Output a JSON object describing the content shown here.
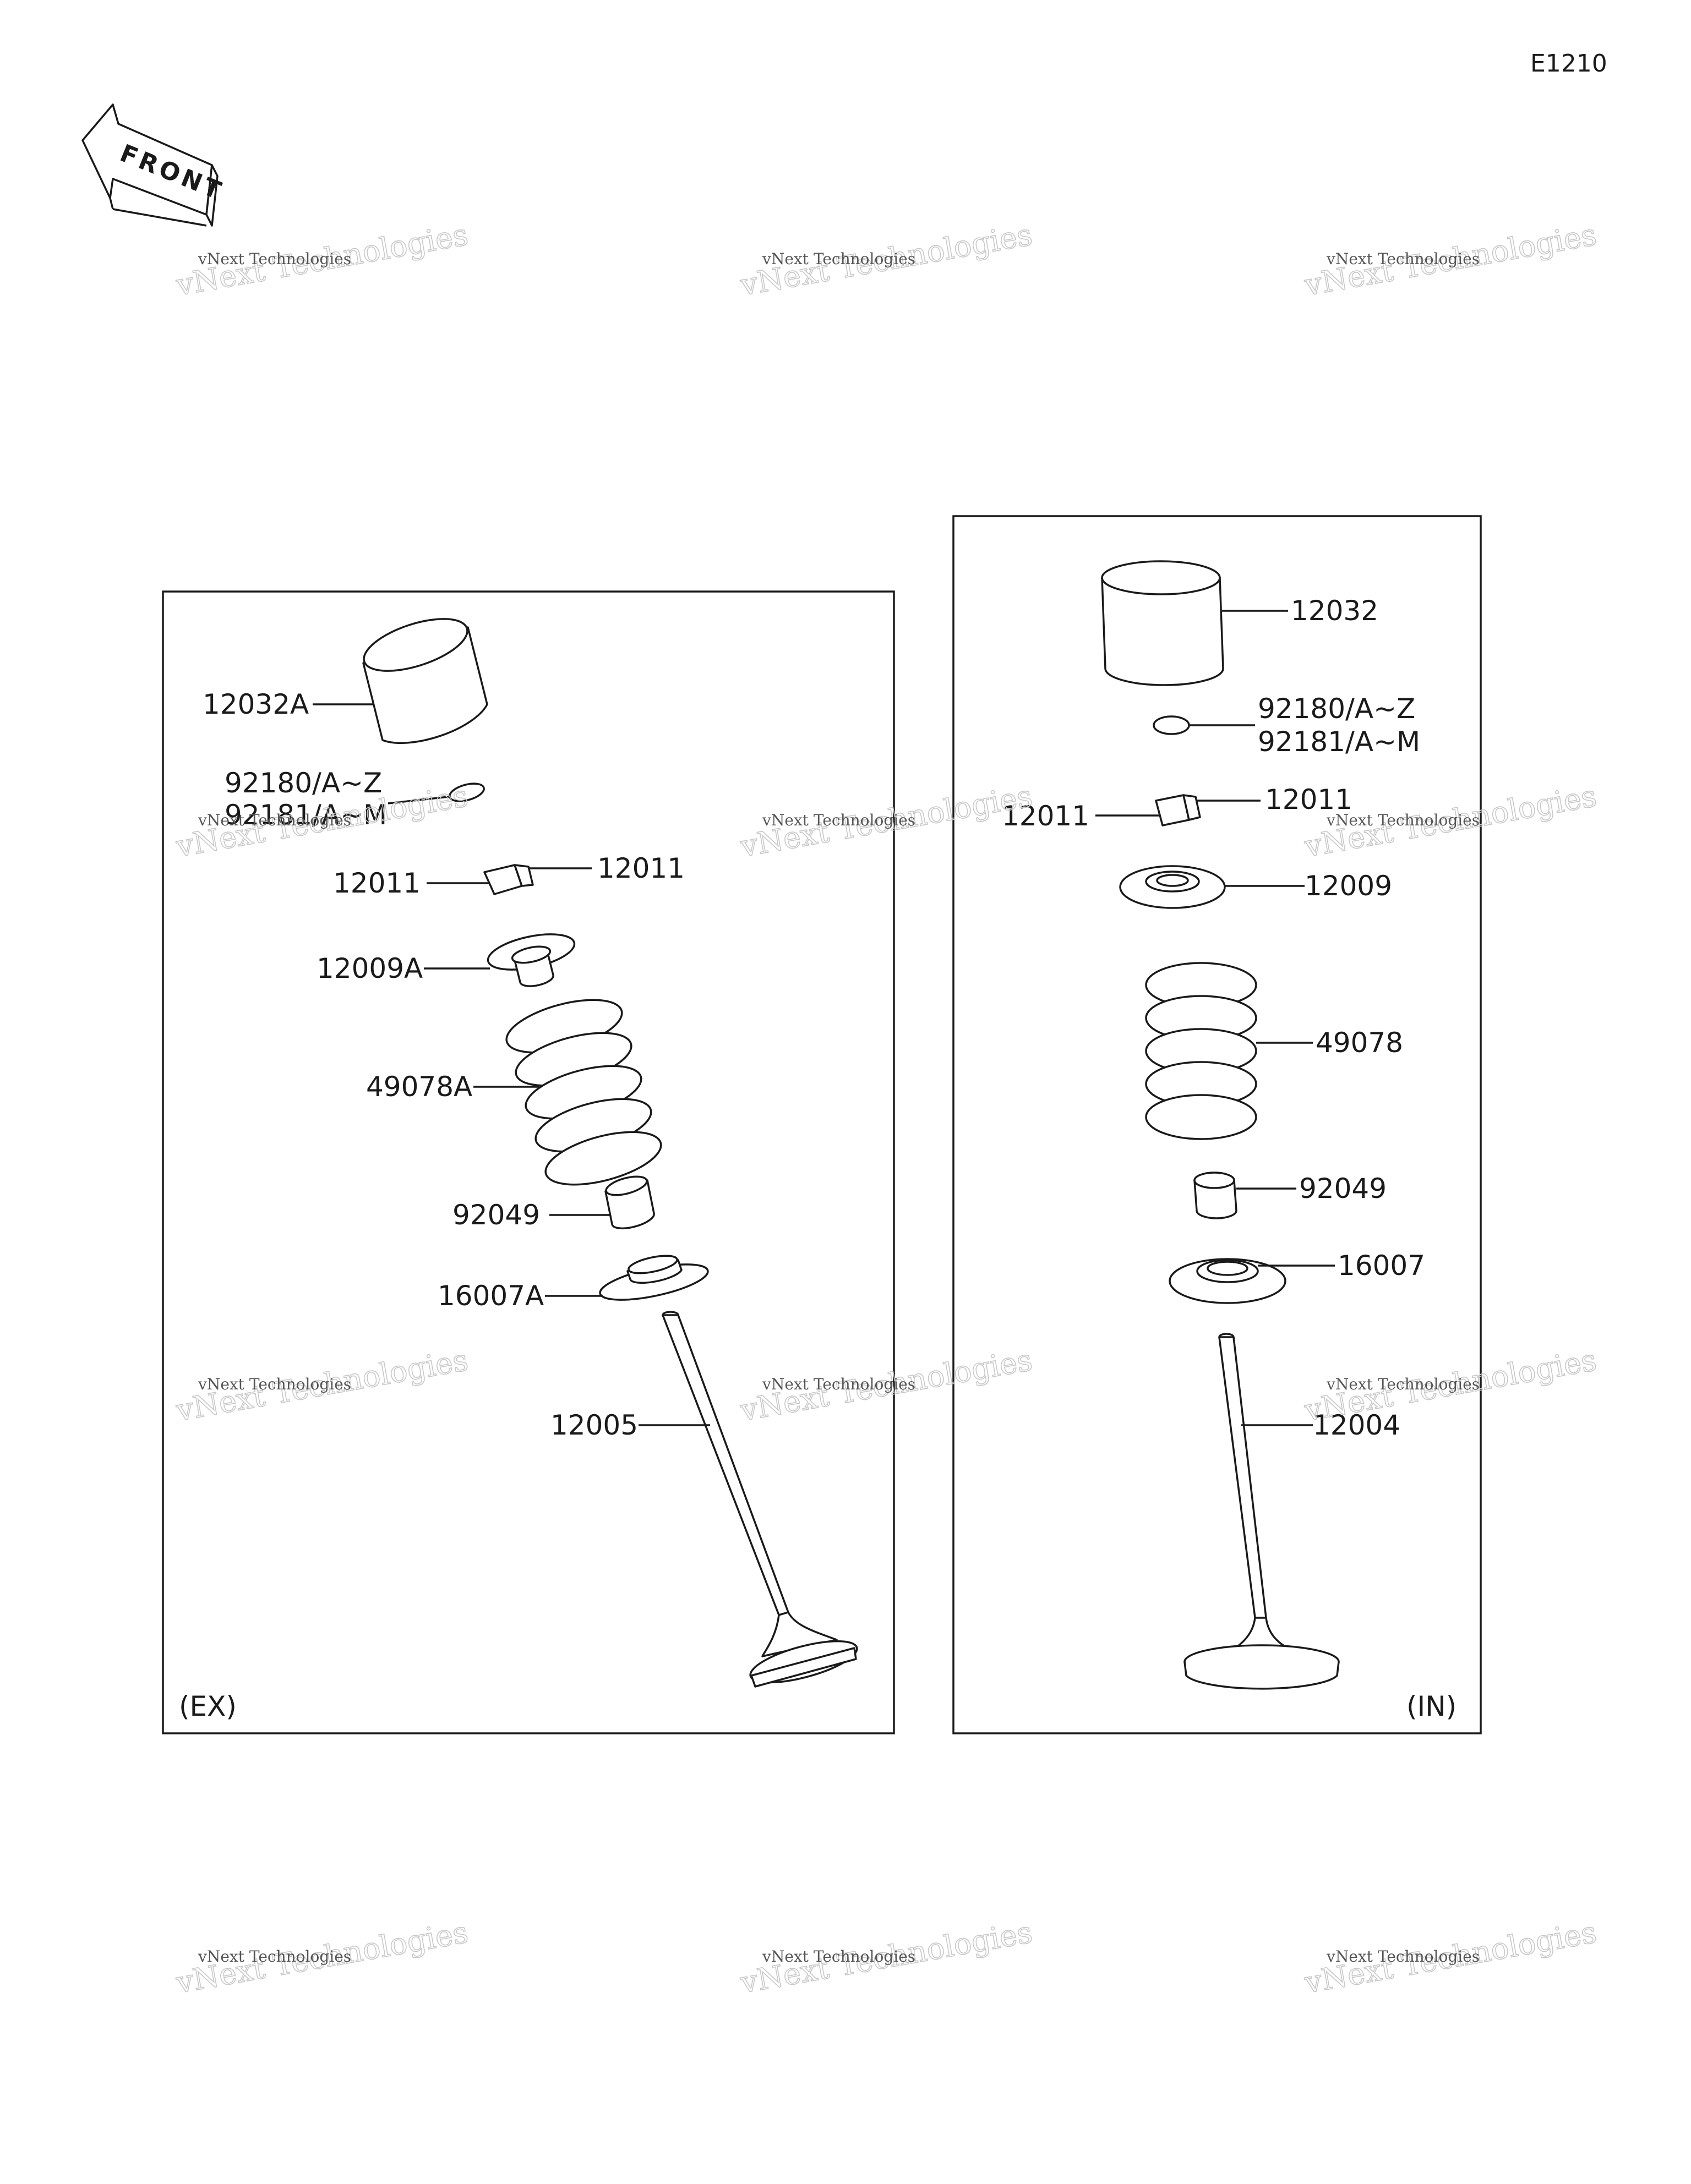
{
  "diagram_code": "E1210",
  "front_label": "FRONT",
  "panels": {
    "exhaust": {
      "tag": "(EX)",
      "parts": {
        "lifter": "12032A",
        "shim_1": "92180/A~Z",
        "shim_2": "92181/A~M",
        "cotter_left": "12011",
        "cotter_right": "12011",
        "retainer": "12009A",
        "spring": "49078A",
        "stem_seal": "92049",
        "spring_seat": "16007A",
        "valve": "12005"
      }
    },
    "intake": {
      "tag": "(IN)",
      "parts": {
        "lifter": "12032",
        "shim_1": "92180/A~Z",
        "shim_2": "92181/A~M",
        "cotter_left": "12011",
        "cotter_right": "12011",
        "retainer": "12009",
        "spring": "49078",
        "stem_seal": "92049",
        "spring_seat": "16007",
        "valve": "12004"
      }
    }
  },
  "watermark": {
    "line1": "vNext Technologies",
    "line2": "vNext Technologies"
  }
}
